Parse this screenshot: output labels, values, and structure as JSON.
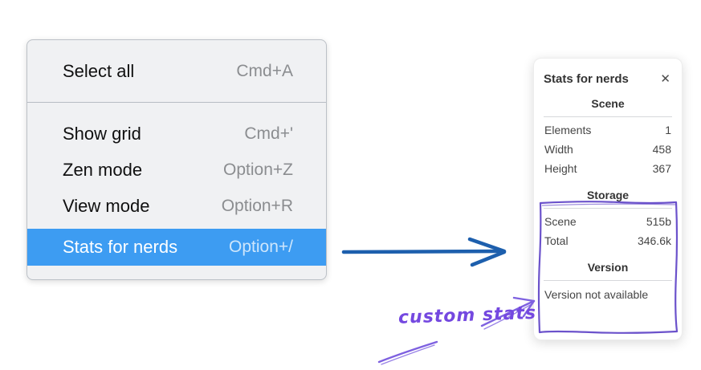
{
  "menu": {
    "items": [
      {
        "label": "Select all",
        "shortcut": "Cmd+A",
        "highlighted": false
      },
      {
        "label": "Show grid",
        "shortcut": "Cmd+'",
        "highlighted": false
      },
      {
        "label": "Zen mode",
        "shortcut": "Option+Z",
        "highlighted": false
      },
      {
        "label": "View mode",
        "shortcut": "Option+R",
        "highlighted": false
      },
      {
        "label": "Stats for nerds",
        "shortcut": "Option+/",
        "highlighted": true
      }
    ]
  },
  "stats_panel": {
    "title": "Stats for nerds",
    "close_glyph": "✕",
    "sections": [
      {
        "title": "Scene",
        "rows": [
          {
            "label": "Elements",
            "value": "1"
          },
          {
            "label": "Width",
            "value": "458"
          },
          {
            "label": "Height",
            "value": "367"
          }
        ]
      },
      {
        "title": "Storage",
        "rows": [
          {
            "label": "Scene",
            "value": "515b"
          },
          {
            "label": "Total",
            "value": "346.6k"
          }
        ]
      },
      {
        "title": "Version",
        "note": "Version not available"
      }
    ]
  },
  "annotation": {
    "label": "custom stats"
  },
  "colors": {
    "menu_highlight": "#3d9cf2",
    "menu_background": "#f0f1f3",
    "flow_arrow_blue": "#1d5fad",
    "annotation_purple": "#7448e0",
    "highlight_box_purple": "#6b52cb",
    "panel_divider": "#d6d8db"
  }
}
